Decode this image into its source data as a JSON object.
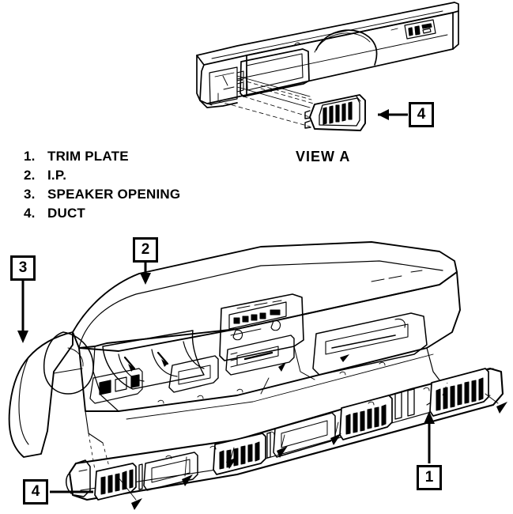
{
  "figure": {
    "title_text": "",
    "background_color": "#ffffff",
    "line_color": "#000000",
    "detail_view": {
      "label": "VIEW A",
      "description": "instrument-panel-end-section-with-duct-exploded"
    },
    "legend": {
      "items": [
        {
          "number": "1.",
          "label": "TRIM PLATE"
        },
        {
          "number": "2.",
          "label": "I.P."
        },
        {
          "number": "3.",
          "label": "SPEAKER OPENING"
        },
        {
          "number": "4.",
          "label": "DUCT"
        }
      ]
    },
    "callouts": [
      {
        "id": "callout-4-view",
        "number": "4",
        "points_to": "duct-in-view-a",
        "arrow": "left"
      },
      {
        "id": "callout-2-ip",
        "number": "2",
        "points_to": "instrument-panel-top",
        "arrow": "down"
      },
      {
        "id": "callout-3-spkr",
        "number": "3",
        "points_to": "speaker-opening",
        "arrow": "down"
      },
      {
        "id": "callout-1-trim",
        "number": "1",
        "points_to": "trim-plate",
        "arrow": "up"
      },
      {
        "id": "callout-4-duct",
        "number": "4",
        "points_to": "duct-left-end-of-trim-plate",
        "arrow": "right"
      }
    ]
  }
}
